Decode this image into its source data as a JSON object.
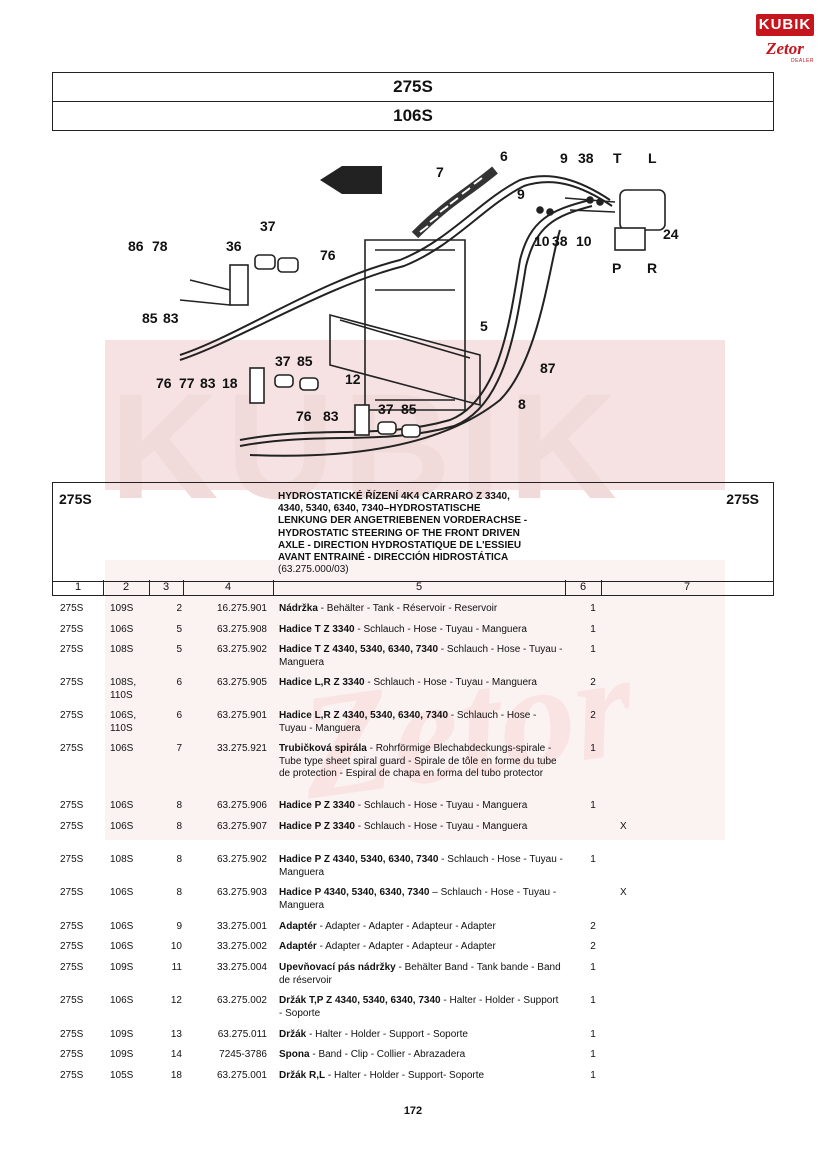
{
  "logo": {
    "top": "KUBIK",
    "mid": "Zetor",
    "sub": "DEALER"
  },
  "watermark": {
    "line1": "KUBIK",
    "line2": "Zetor"
  },
  "header": {
    "model": "275S",
    "group": "106S"
  },
  "diagram": {
    "labels": [
      "6",
      "9",
      "38",
      "T",
      "L",
      "7",
      "9",
      "10",
      "38",
      "10",
      "24",
      "P",
      "R",
      "37",
      "86",
      "78",
      "36",
      "76",
      "85",
      "83",
      "5",
      "87",
      "37",
      "85",
      "76",
      "77",
      "83",
      "18",
      "12",
      "8",
      "37",
      "85",
      "76",
      "83"
    ]
  },
  "info": {
    "left": "275S",
    "right": "275S",
    "title_lines": [
      "HYDROSTATICKÉ ŘÍZENÍ 4K4 CARRARO Z 3340,",
      "4340, 5340, 6340, 7340–HYDROSTATISCHE",
      "LENKUNG DER ANGETRIEBENEN VORDERACHSE -",
      "HYDROSTATIC STEERING OF THE FRONT DRIVEN",
      "AXLE - DIRECTION HYDROSTATIQUE DE L'ESSIEU",
      "AVANT ENTRAINÉ - DIRECCIÓN HIDROSTÁTICA"
    ],
    "code": "(63.275.000/03)"
  },
  "columns": [
    "1",
    "2",
    "3",
    "4",
    "5",
    "6",
    "7"
  ],
  "rows": [
    {
      "c1": "275S",
      "c2": "109S",
      "c3": "2",
      "c4": "16.275.901",
      "bold": "Nádržka",
      "rest": " - Behälter - Tank - Réservoir - Reservoir",
      "c6": "1",
      "c7": ""
    },
    {
      "c1": "275S",
      "c2": "106S",
      "c3": "5",
      "c4": "63.275.908",
      "bold": "Hadice T Z 3340",
      "rest": " - Schlauch - Hose - Tuyau - Manguera",
      "c6": "1",
      "c7": ""
    },
    {
      "c1": "275S",
      "c2": "108S",
      "c3": "5",
      "c4": "63.275.902",
      "bold": "Hadice T Z 4340, 5340, 6340, 7340",
      "rest": " - Schlauch - Hose - Tuyau - Manguera",
      "c6": "1",
      "c7": ""
    },
    {
      "c1": "275S",
      "c2": "108S, 110S",
      "c3": "6",
      "c4": "63.275.905",
      "bold": "Hadice L,R Z 3340",
      "rest": " - Schlauch - Hose - Tuyau - Manguera",
      "c6": "2",
      "c7": ""
    },
    {
      "c1": "275S",
      "c2": "106S, 110S",
      "c3": "6",
      "c4": "63.275.901",
      "bold": "Hadice L,R Z 4340, 5340, 6340, 7340",
      "rest": " - Schlauch - Hose - Tuyau - Manguera",
      "c6": "2",
      "c7": ""
    },
    {
      "c1": "275S",
      "c2": "106S",
      "c3": "7",
      "c4": "33.275.921",
      "bold": "Trubičková spirála",
      "rest": " - Rohrförmige Blechabdeckungs-spirale - Tube type sheet spiral guard - Spirale de tôle en forme du tube de protection - Espiral de chapa en forma del tubo protector",
      "c6": "1",
      "c7": ""
    },
    {
      "c1": "275S",
      "c2": "106S",
      "c3": "8",
      "c4": "63.275.906",
      "bold": "Hadice P Z 3340",
      "rest": " - Schlauch - Hose - Tuyau - Manguera",
      "c6": "1",
      "c7": ""
    },
    {
      "c1": "275S",
      "c2": "106S",
      "c3": "8",
      "c4": "63.275.907",
      "bold": "Hadice P Z 3340",
      "rest": "  - Schlauch - Hose - Tuyau - Manguera",
      "c6": "",
      "c7": "X"
    },
    {
      "c1": "275S",
      "c2": "108S",
      "c3": "8",
      "c4": "63.275.902",
      "bold": "Hadice P Z 4340, 5340, 6340, 7340",
      "rest": " - Schlauch - Hose - Tuyau - Manguera",
      "c6": "1",
      "c7": ""
    },
    {
      "c1": "275S",
      "c2": "106S",
      "c3": "8",
      "c4": "63.275.903",
      "bold": "Hadice P 4340, 5340, 6340, 7340",
      "rest": " – Schlauch - Hose - Tuyau - Manguera",
      "c6": "",
      "c7": "X"
    },
    {
      "c1": "275S",
      "c2": "106S",
      "c3": "9",
      "c4": "33.275.001",
      "bold": "Adaptér",
      "rest": " - Adapter - Adapter - Adapteur - Adapter",
      "c6": "2",
      "c7": ""
    },
    {
      "c1": "275S",
      "c2": "106S",
      "c3": "10",
      "c4": "33.275.002",
      "bold": "Adaptér",
      "rest": " - Adapter - Adapter - Adapteur - Adapter",
      "c6": "2",
      "c7": ""
    },
    {
      "c1": "275S",
      "c2": "109S",
      "c3": "11",
      "c4": "33.275.004",
      "bold": "Upevňovací pás nádržky",
      "rest": " - Behälter Band - Tank bande - Band de réservoir",
      "c6": "1",
      "c7": ""
    },
    {
      "c1": "275S",
      "c2": "106S",
      "c3": "12",
      "c4": "63.275.002",
      "bold": "Držák T,P Z 4340, 5340, 6340, 7340",
      "rest": " - Halter - Holder - Support - Soporte",
      "c6": "1",
      "c7": ""
    },
    {
      "c1": "275S",
      "c2": "109S",
      "c3": "13",
      "c4": "63.275.011",
      "bold": "Držák",
      "rest": " - Halter - Holder - Support - Soporte",
      "c6": "1",
      "c7": ""
    },
    {
      "c1": "275S",
      "c2": "109S",
      "c3": "14",
      "c4": "7245-3786",
      "bold": "Spona",
      "rest": " - Band - Clip - Collier - Abrazadera",
      "c6": "1",
      "c7": ""
    },
    {
      "c1": "275S",
      "c2": "105S",
      "c3": "18",
      "c4": "63.275.001",
      "bold": "Držák R,L",
      "rest": " - Halter - Holder - Support- Soporte",
      "c6": "1",
      "c7": ""
    }
  ],
  "page_number": "172"
}
